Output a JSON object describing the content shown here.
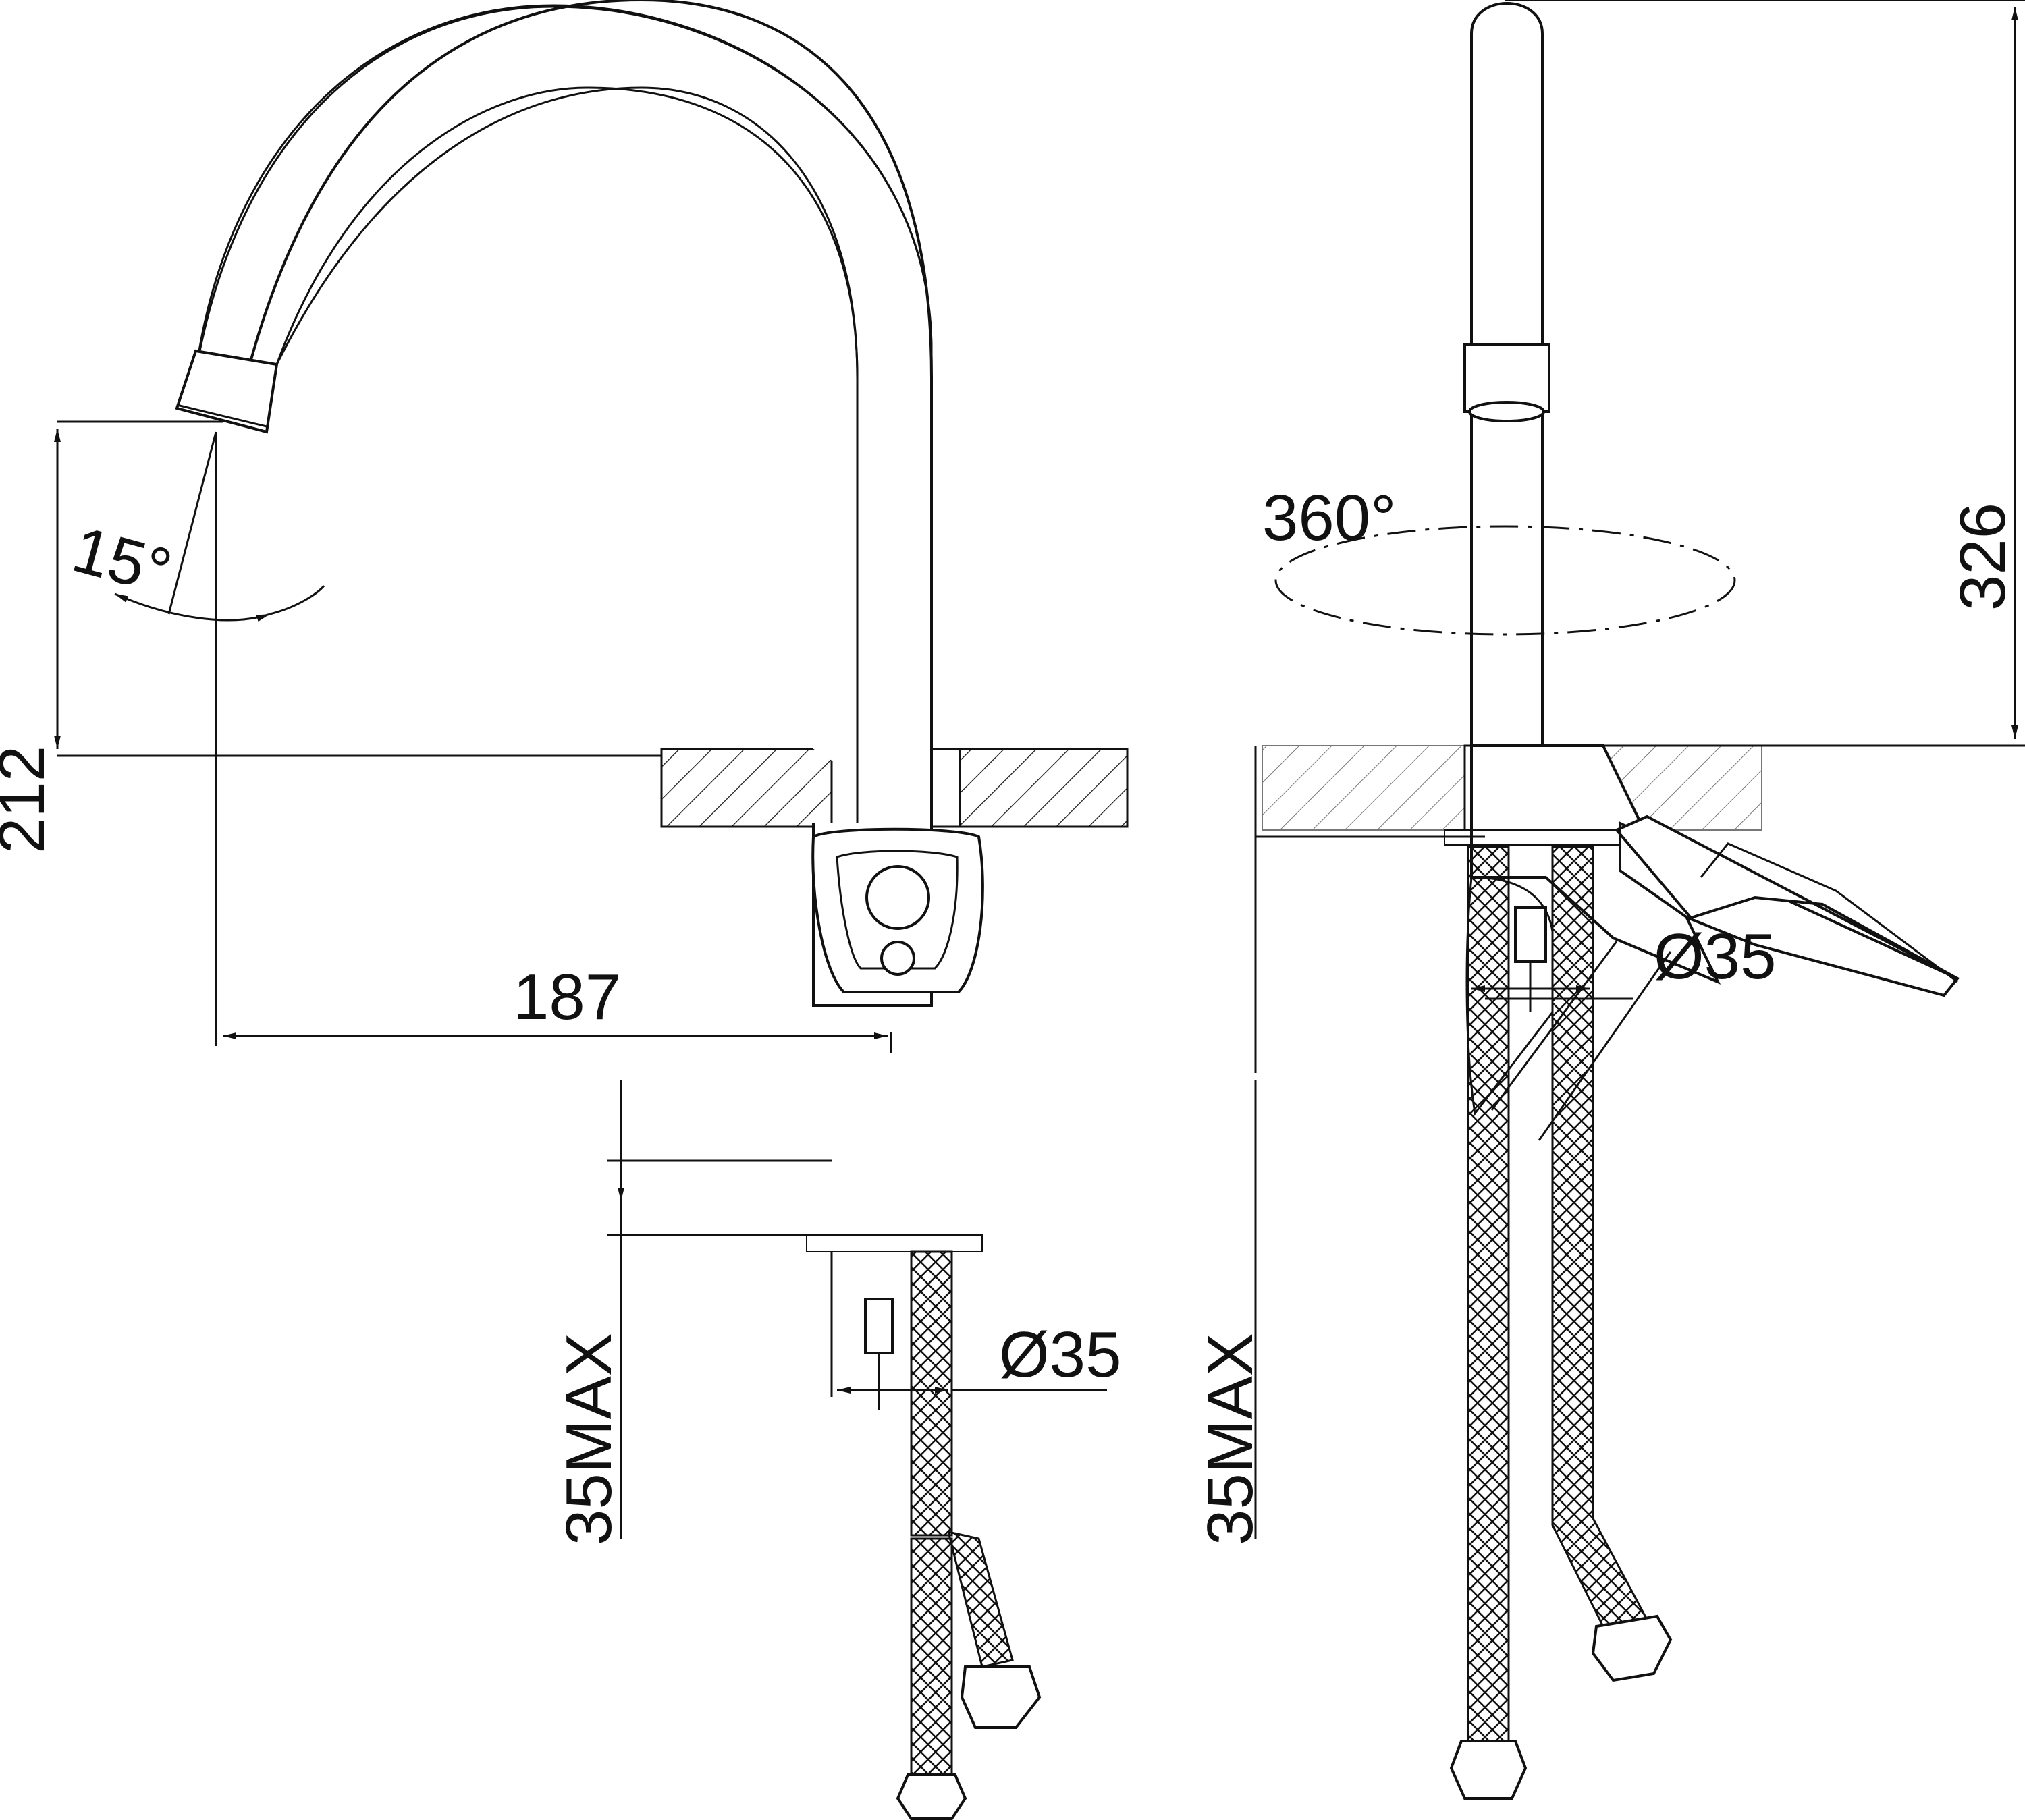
{
  "colors": {
    "line": "#111111",
    "background": "#ffffff"
  },
  "dimensions": {
    "spout_height": "212",
    "spout_reach": "187",
    "total_height": "326",
    "mount_thickness_left": "35MAX",
    "mount_thickness_right": "35MAX",
    "hole_diameter_left": "Ø35",
    "hole_diameter_right": "Ø35",
    "tilt_angle": "15°",
    "rotation_angle": "360°"
  }
}
